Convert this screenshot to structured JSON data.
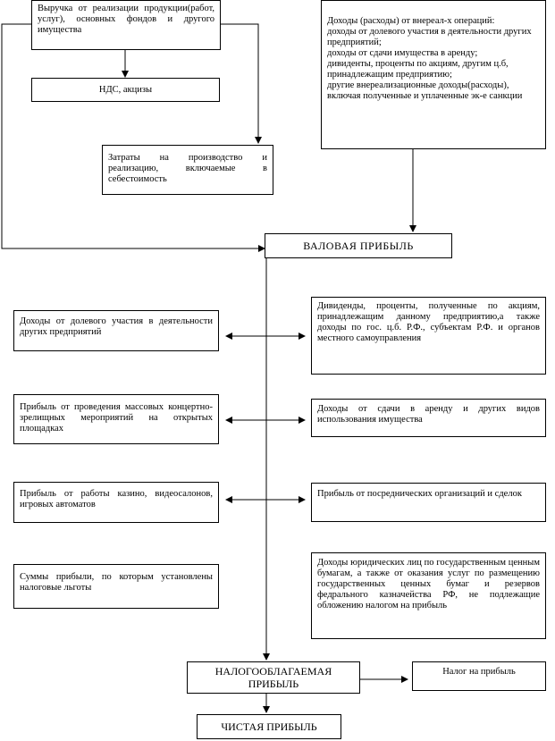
{
  "boxes": {
    "revenue": "Выручка от реализации продукции(работ, услуг), основных фондов и другого имущества",
    "vat": "НДС, акцизы",
    "costs": "Затраты на производство и реализацию, включаемые в себестоимость",
    "nonoperating": "Доходы (расходы) от внереал-х операций:\nдоходы от долевого участия в деятельности других предприятий;\nдоходы от сдачи имущества в аренду;\nдивиденты, проценты по акциям, другим ц.б, принадлежащим предприятию;\nдругие внереализационные доходы(расходы), включая полученные и уплаченные эк-е санкции",
    "gross_profit": "ВАЛОВАЯ ПРИБЫЛЬ",
    "left1": "Доходы от долевого участия в деятельности других предприятий",
    "left2": "Прибыль от проведения массовых концертно-зрелищных мероприятий на открытых площадках",
    "left3": "Прибыль от работы казино, видеосалонов, игровых автоматов",
    "left4": "Суммы прибыли, по которым установлены налоговые льготы",
    "right1": "Дивиденды, проценты, полученные по акциям, принадлежащим данному предприятию,а также доходы по гос. ц.б. Р.Ф., субъектам Р.Ф. и органов местного самоуправления",
    "right2": "Доходы от сдачи в аренду и других видов использования имущества",
    "right3": "Прибыль от посреднических организаций и сделок",
    "right4": "Доходы юридических лиц по государственным ценным бумагам, а также от оказания услуг по размещению гoсударственных ценных бумаг и резервов федрального казначейства РФ, не подлежащие обложению налогом на прибыль",
    "taxable_profit": "НАЛОГООБЛАГАЕМАЯ ПРИБЫЛЬ",
    "profit_tax": "Налог на прибыль",
    "net_profit": "ЧИСТАЯ ПРИБЫЛЬ"
  }
}
